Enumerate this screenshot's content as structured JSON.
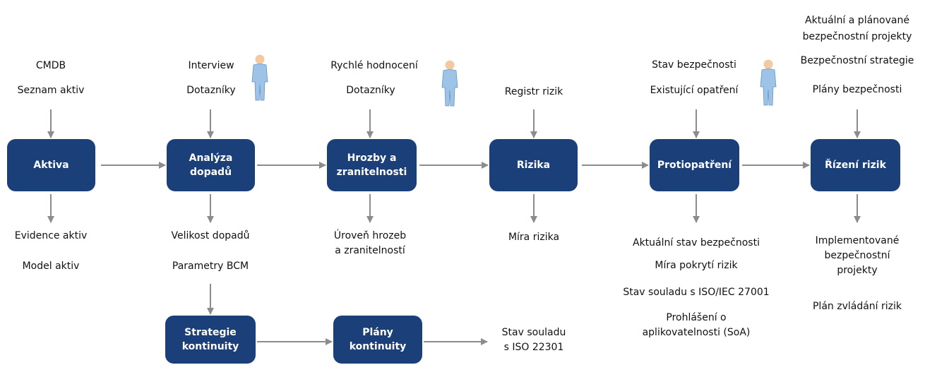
{
  "boxes": {
    "aktiva": "Aktiva",
    "analyza": [
      "Analýza",
      "dopadů"
    ],
    "hrozby": [
      "Hrozby a",
      "zranitelnosti"
    ],
    "rizika": "Rizika",
    "protiopatreni": "Protiopatření",
    "rizeni": "Řízení rizik",
    "strategie": [
      "Strategie",
      "kontinuity"
    ],
    "plany": [
      "Plány",
      "kontinuity"
    ]
  },
  "inputs": {
    "aktiva": [
      "CMDB",
      "Seznam aktiv"
    ],
    "analyza": [
      "Interview",
      "Dotazníky"
    ],
    "hrozby": [
      "Rychlé hodnocení",
      "Dotazníky"
    ],
    "rizika": [
      "Registr rizik"
    ],
    "protiopatreni": [
      "Stav bezpečnosti",
      "Existující opatření"
    ],
    "rizeni": [
      "Aktuální a plánované",
      "bezpečnostní projekty",
      "Bezpečnostní strategie",
      "Plány bezpečnosti"
    ]
  },
  "outputs": {
    "aktiva": [
      "Evidence aktiv",
      "Model aktiv"
    ],
    "analyza": [
      "Velikost dopadů",
      "Parametry BCM"
    ],
    "hrozby": [
      "Úroveň hrozeb",
      "a zranitelností"
    ],
    "rizika": [
      "Míra rizika"
    ],
    "protiopatreni": [
      "Aktuální stav bezpečnosti",
      "Míra pokrytí rizik",
      "Stav souladu s ISO/IEC 27001",
      "Prohlášení o",
      "aplikovatelnosti (SoA)"
    ],
    "rizeni": [
      "Implementované",
      "bezpečnostní",
      "projekty",
      "Plán zvládání rizik"
    ],
    "plany": [
      "Stav souladu",
      "s ISO 22301"
    ]
  },
  "colors": {
    "box": "#1b3f78",
    "arrow": "#8c8c8c",
    "person_shirt": "#9dc3e6",
    "person_skin": "#f2c9a0"
  }
}
